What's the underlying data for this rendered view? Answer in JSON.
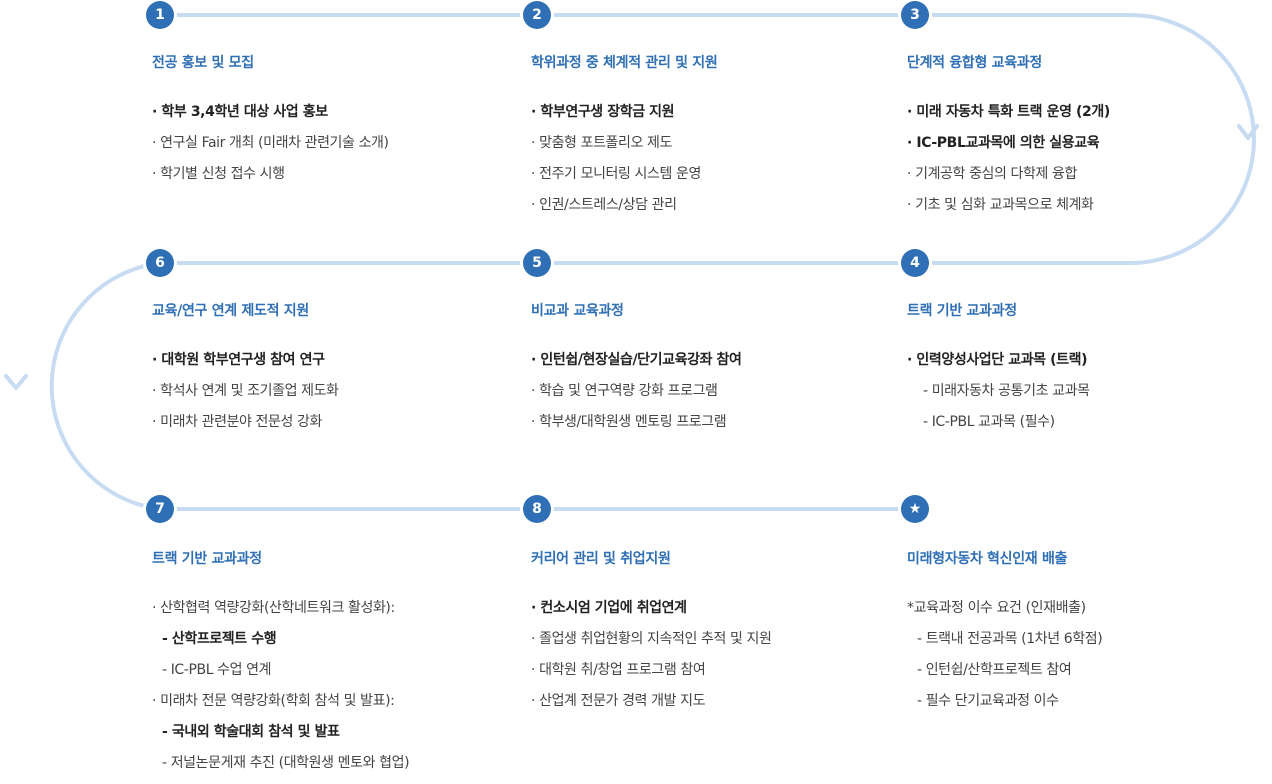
{
  "colors": {
    "track": "#c7dcf2",
    "badge": "#2f6fb5",
    "title": "#2f6fb5"
  },
  "steps": [
    {
      "badge": "1",
      "title": "전공 홍보 및 모집",
      "items": [
        {
          "text": "· 학부 3,4학년 대상 사업 홍보",
          "bold": true,
          "indent": 0
        },
        {
          "text": "· 연구실 Fair 개최 (미래차 관련기술 소개)",
          "bold": false,
          "indent": 0
        },
        {
          "text": "· 학기별 신청 접수 시행",
          "bold": false,
          "indent": 0
        }
      ]
    },
    {
      "badge": "2",
      "title": "학위과정 중 체계적 관리 및 지원",
      "items": [
        {
          "text": "· 학부연구생 장학금 지원",
          "bold": true,
          "indent": 0
        },
        {
          "text": "· 맞춤형 포트폴리오 제도",
          "bold": false,
          "indent": 0
        },
        {
          "text": "· 전주기 모니터링 시스템 운영",
          "bold": false,
          "indent": 0
        },
        {
          "text": "· 인권/스트레스/상담 관리",
          "bold": false,
          "indent": 0
        }
      ]
    },
    {
      "badge": "3",
      "title": "단계적 융합형 교육과정",
      "items": [
        {
          "text": "· 미래 자동차 특화 트랙 운영 (2개)",
          "bold": true,
          "indent": 0
        },
        {
          "text": "· IC-PBL교과목에 의한 실용교육",
          "bold": true,
          "indent": 0
        },
        {
          "text": "· 기계공학 중심의 다학제 융합",
          "bold": false,
          "indent": 0
        },
        {
          "text": "· 기초 및 심화 교과목으로 체계화",
          "bold": false,
          "indent": 0
        }
      ]
    },
    {
      "badge": "4",
      "title": "트랙 기반 교과과정",
      "items": [
        {
          "text": "· 인력양성사업단 교과목 (트랙)",
          "bold": true,
          "indent": 0
        },
        {
          "text": "- 미래자동차 공통기초 교과목",
          "bold": false,
          "indent": 2
        },
        {
          "text": "- IC-PBL 교과목 (필수)",
          "bold": false,
          "indent": 2
        }
      ]
    },
    {
      "badge": "5",
      "title": "비교과 교육과정",
      "items": [
        {
          "text": "· 인턴쉽/현장실습/단기교육강좌 참여",
          "bold": true,
          "indent": 0
        },
        {
          "text": "· 학습 및 연구역량 강화 프로그램",
          "bold": false,
          "indent": 0
        },
        {
          "text": "· 학부생/대학원생 멘토링 프로그램",
          "bold": false,
          "indent": 0
        }
      ]
    },
    {
      "badge": "6",
      "title": "교육/연구 연계 제도적 지원",
      "items": [
        {
          "text": "· 대학원 학부연구생 참여 연구",
          "bold": true,
          "indent": 0
        },
        {
          "text": "· 학석사 연계 및 조기졸업 제도화",
          "bold": false,
          "indent": 0
        },
        {
          "text": "· 미래차 관련분야 전문성 강화",
          "bold": false,
          "indent": 0
        }
      ]
    },
    {
      "badge": "7",
      "title": "트랙 기반 교과과정",
      "items": [
        {
          "text": "· 산학협력 역량강화(산학네트워크 활성화):",
          "bold": false,
          "indent": 0
        },
        {
          "text": "- 산학프로젝트 수행",
          "bold": true,
          "indent": 1
        },
        {
          "text": "- IC-PBL 수업 연계",
          "bold": false,
          "indent": 1
        },
        {
          "text": "· 미래차 전문 역량강화(학회 참석 및 발표):",
          "bold": false,
          "indent": 0
        },
        {
          "text": "- 국내외 학술대회 참석 및 발표",
          "bold": true,
          "indent": 1
        },
        {
          "text": "- 저널논문게재 추진 (대학원생 멘토와 협업)",
          "bold": false,
          "indent": 1
        }
      ]
    },
    {
      "badge": "8",
      "title": "커리어 관리 및 취업지원",
      "items": [
        {
          "text": "· 컨소시엄 기업에 취업연계",
          "bold": true,
          "indent": 0
        },
        {
          "text": "· 졸업생 취업현황의 지속적인 추적 및 지원",
          "bold": false,
          "indent": 0
        },
        {
          "text": "· 대학원 취/창업 프로그램 참여",
          "bold": false,
          "indent": 0
        },
        {
          "text": "· 산업계 전문가 경력 개발 지도",
          "bold": false,
          "indent": 0
        }
      ]
    },
    {
      "badge": "★",
      "title": "미래형자동차 혁신인재 배출",
      "items": [
        {
          "text": "*교육과정 이수 요건 (인재배출)",
          "bold": false,
          "indent": 0
        },
        {
          "text": "- 트랙내 전공과목 (1차년 6학점)",
          "bold": false,
          "indent": 1
        },
        {
          "text": "- 인턴쉽/산학프로젝트 참여",
          "bold": false,
          "indent": 1
        },
        {
          "text": "- 필수 단기교육과정 이수",
          "bold": false,
          "indent": 1
        }
      ]
    }
  ]
}
